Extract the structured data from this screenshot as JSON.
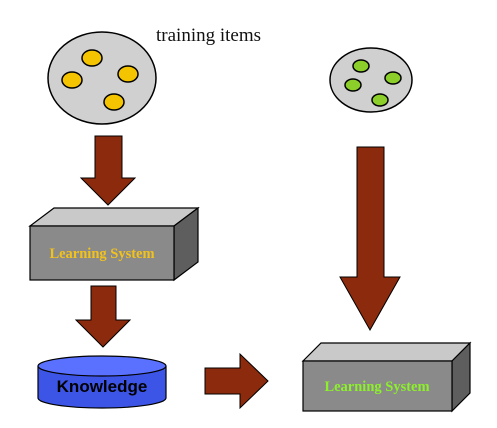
{
  "diagram": {
    "title": "training items",
    "left_box_label": "Learning System",
    "right_box_label": "Learning System",
    "knowledge_label": "Knowledge"
  },
  "colors": {
    "background": "#ffffff",
    "tray_fill": "#d0d0d0",
    "yellow_item": "#f5c400",
    "green_item": "#8ccf2a",
    "arrow": "#8b2a0c",
    "box_front": "#8a8a8a",
    "box_top": "#c9c9c9",
    "box_side": "#5e5e5e",
    "left_box_text": "#f2c21c",
    "right_box_text": "#8cf02a",
    "knowledge_fill": "#3d55e6"
  },
  "icons": {
    "training_tray_left": "yellow-items-tray-icon",
    "training_tray_right": "green-items-tray-icon",
    "database": "database-cylinder-icon"
  }
}
